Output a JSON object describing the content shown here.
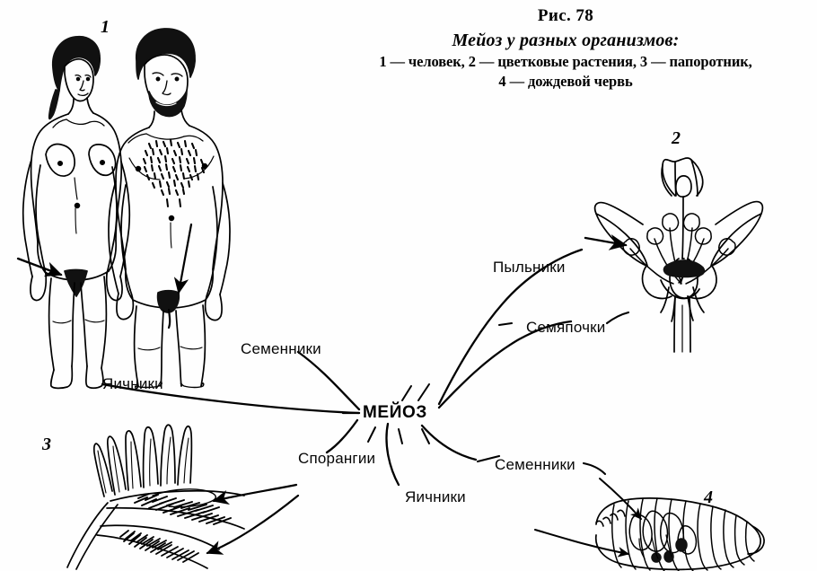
{
  "figure": {
    "number_label": "Рис. 78",
    "title": "Мейоз у разных организмов:",
    "caption_line_1": "1 — человек, 2 — цветковые растения, 3 — папоротник,",
    "caption_line_2": "4 — дождевой червь",
    "center_node": "МЕЙОЗ",
    "background_color": "#fefefe",
    "ink_color": "#000000"
  },
  "organisms": [
    {
      "index": "1",
      "name": "человек"
    },
    {
      "index": "2",
      "name": "цветковые растения"
    },
    {
      "index": "3",
      "name": "папоротник"
    },
    {
      "index": "4",
      "name": "дождевой червь"
    }
  ],
  "callouts": [
    {
      "id": "ovaries-human",
      "text": "Яичники"
    },
    {
      "id": "testes-human",
      "text": "Семенники"
    },
    {
      "id": "anthers-flower",
      "text": "Пыльники"
    },
    {
      "id": "ovules-flower",
      "text": "Семяпочки"
    },
    {
      "id": "sporangia-fern",
      "text": "Спорангии"
    },
    {
      "id": "testes-worm",
      "text": "Семенники"
    },
    {
      "id": "ovaries-worm",
      "text": "Яичники"
    }
  ]
}
